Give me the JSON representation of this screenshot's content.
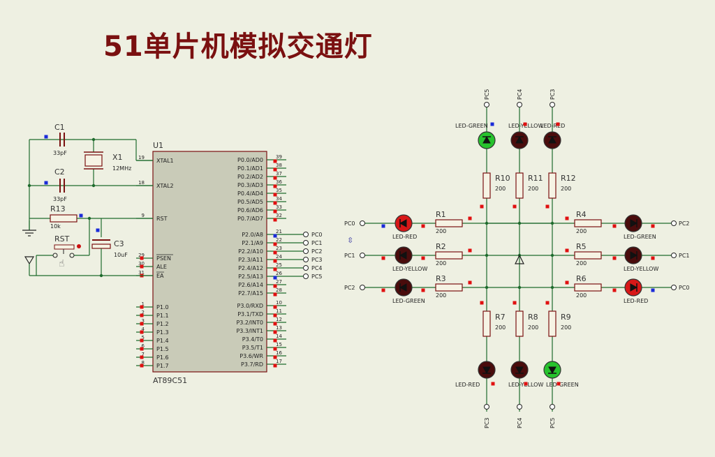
{
  "title": "51单片机模拟交通灯",
  "mcu": {
    "ref": "U1",
    "part": "AT89C51",
    "left_pins": [
      {
        "num": "19",
        "name": "XTAL1"
      },
      {
        "num": "18",
        "name": "XTAL2"
      },
      {
        "num": "9",
        "name": "RST"
      },
      {
        "num": "29",
        "name": "PSEN"
      },
      {
        "num": "30",
        "name": "ALE"
      },
      {
        "num": "31",
        "name": "EA"
      },
      {
        "num": "1",
        "name": "P1.0"
      },
      {
        "num": "2",
        "name": "P1.1"
      },
      {
        "num": "3",
        "name": "P1.2"
      },
      {
        "num": "4",
        "name": "P1.3"
      },
      {
        "num": "5",
        "name": "P1.4"
      },
      {
        "num": "6",
        "name": "P1.5"
      },
      {
        "num": "7",
        "name": "P1.6"
      },
      {
        "num": "8",
        "name": "P1.7"
      }
    ],
    "right_pins": [
      {
        "num": "39",
        "name": "P0.0/AD0"
      },
      {
        "num": "38",
        "name": "P0.1/AD1"
      },
      {
        "num": "37",
        "name": "P0.2/AD2"
      },
      {
        "num": "36",
        "name": "P0.3/AD3"
      },
      {
        "num": "35",
        "name": "P0.4/AD4"
      },
      {
        "num": "34",
        "name": "P0.5/AD5"
      },
      {
        "num": "33",
        "name": "P0.6/AD6"
      },
      {
        "num": "32",
        "name": "P0.7/AD7"
      },
      {
        "num": "21",
        "name": "P2.0/A8",
        "net": "PC0"
      },
      {
        "num": "22",
        "name": "P2.1/A9",
        "net": "PC1"
      },
      {
        "num": "23",
        "name": "P2.2/A10",
        "net": "PC2"
      },
      {
        "num": "24",
        "name": "P2.3/A11",
        "net": "PC3"
      },
      {
        "num": "25",
        "name": "P2.4/A12",
        "net": "PC4"
      },
      {
        "num": "26",
        "name": "P2.5/A13",
        "net": "PC5"
      },
      {
        "num": "27",
        "name": "P2.6/A14"
      },
      {
        "num": "28",
        "name": "P2.7/A15"
      },
      {
        "num": "10",
        "name": "P3.0/RXD"
      },
      {
        "num": "11",
        "name": "P3.1/TXD"
      },
      {
        "num": "12",
        "name": "P3.2/INT0"
      },
      {
        "num": "13",
        "name": "P3.3/INT1"
      },
      {
        "num": "14",
        "name": "P3.4/T0"
      },
      {
        "num": "15",
        "name": "P3.5/T1"
      },
      {
        "num": "16",
        "name": "P3.6/WR"
      },
      {
        "num": "17",
        "name": "P3.7/RD"
      }
    ]
  },
  "clock": {
    "c1": {
      "ref": "C1",
      "value": "33pF"
    },
    "c2": {
      "ref": "C2",
      "value": "33pF"
    },
    "x1": {
      "ref": "X1",
      "value": "12MHz"
    }
  },
  "reset": {
    "r13": {
      "ref": "R13",
      "value": "10k"
    },
    "rst": {
      "ref": "RST"
    },
    "c3": {
      "ref": "C3",
      "value": "10uF"
    }
  },
  "top_leds": [
    {
      "name": "LED-GREEN",
      "net": "PC5",
      "state": "on",
      "color": "#27c22d",
      "resistor": "R10",
      "value": "200"
    },
    {
      "name": "LED-YELLOW",
      "net": "PC4",
      "state": "off",
      "color": "#4a0c0c",
      "resistor": "R11",
      "value": "200"
    },
    {
      "name": "LED-RED",
      "net": "PC3",
      "state": "off",
      "color": "#4a0c0c",
      "resistor": "R12",
      "value": "200"
    }
  ],
  "bottom_leds": [
    {
      "name": "LED-RED",
      "net": "PC3",
      "state": "off",
      "color": "#4a0c0c",
      "resistor": "R7",
      "value": "200"
    },
    {
      "name": "LED-YELLOW",
      "net": "PC4",
      "state": "off",
      "color": "#4a0c0c",
      "resistor": "R8",
      "value": "200"
    },
    {
      "name": "LED-GREEN",
      "net": "PC5",
      "state": "on",
      "color": "#27c22d",
      "resistor": "R9",
      "value": "200"
    }
  ],
  "left_leds": [
    {
      "name": "LED-RED",
      "net": "PC0",
      "state": "on",
      "color": "#d81818",
      "resistor": "R1",
      "value": "200"
    },
    {
      "name": "LED-YELLOW",
      "net": "PC1",
      "state": "off",
      "color": "#4a0c0c",
      "resistor": "R2",
      "value": "200"
    },
    {
      "name": "LED-GREEN",
      "net": "PC2",
      "state": "off",
      "color": "#4a0c0c",
      "resistor": "R3",
      "value": "200"
    }
  ],
  "right_leds": [
    {
      "name": "LED-GREEN",
      "net": "PC2",
      "state": "off",
      "color": "#4a0c0c",
      "resistor": "R4",
      "value": "200"
    },
    {
      "name": "LED-YELLOW",
      "net": "PC1",
      "state": "off",
      "color": "#4a0c0c",
      "resistor": "R5",
      "value": "200"
    },
    {
      "name": "LED-RED",
      "net": "PC0",
      "state": "on",
      "color": "#d81818",
      "resistor": "R6",
      "value": "200"
    }
  ],
  "colors": {
    "background": "#eef0e2",
    "wire": "#1e6b2d",
    "chip_fill": "#c9cbb8",
    "chip_border": "#7a1010",
    "component": "#7a1010",
    "label": "#2a2aa0",
    "pin_red": "#e01010",
    "pin_blue": "#1a2ad8"
  }
}
